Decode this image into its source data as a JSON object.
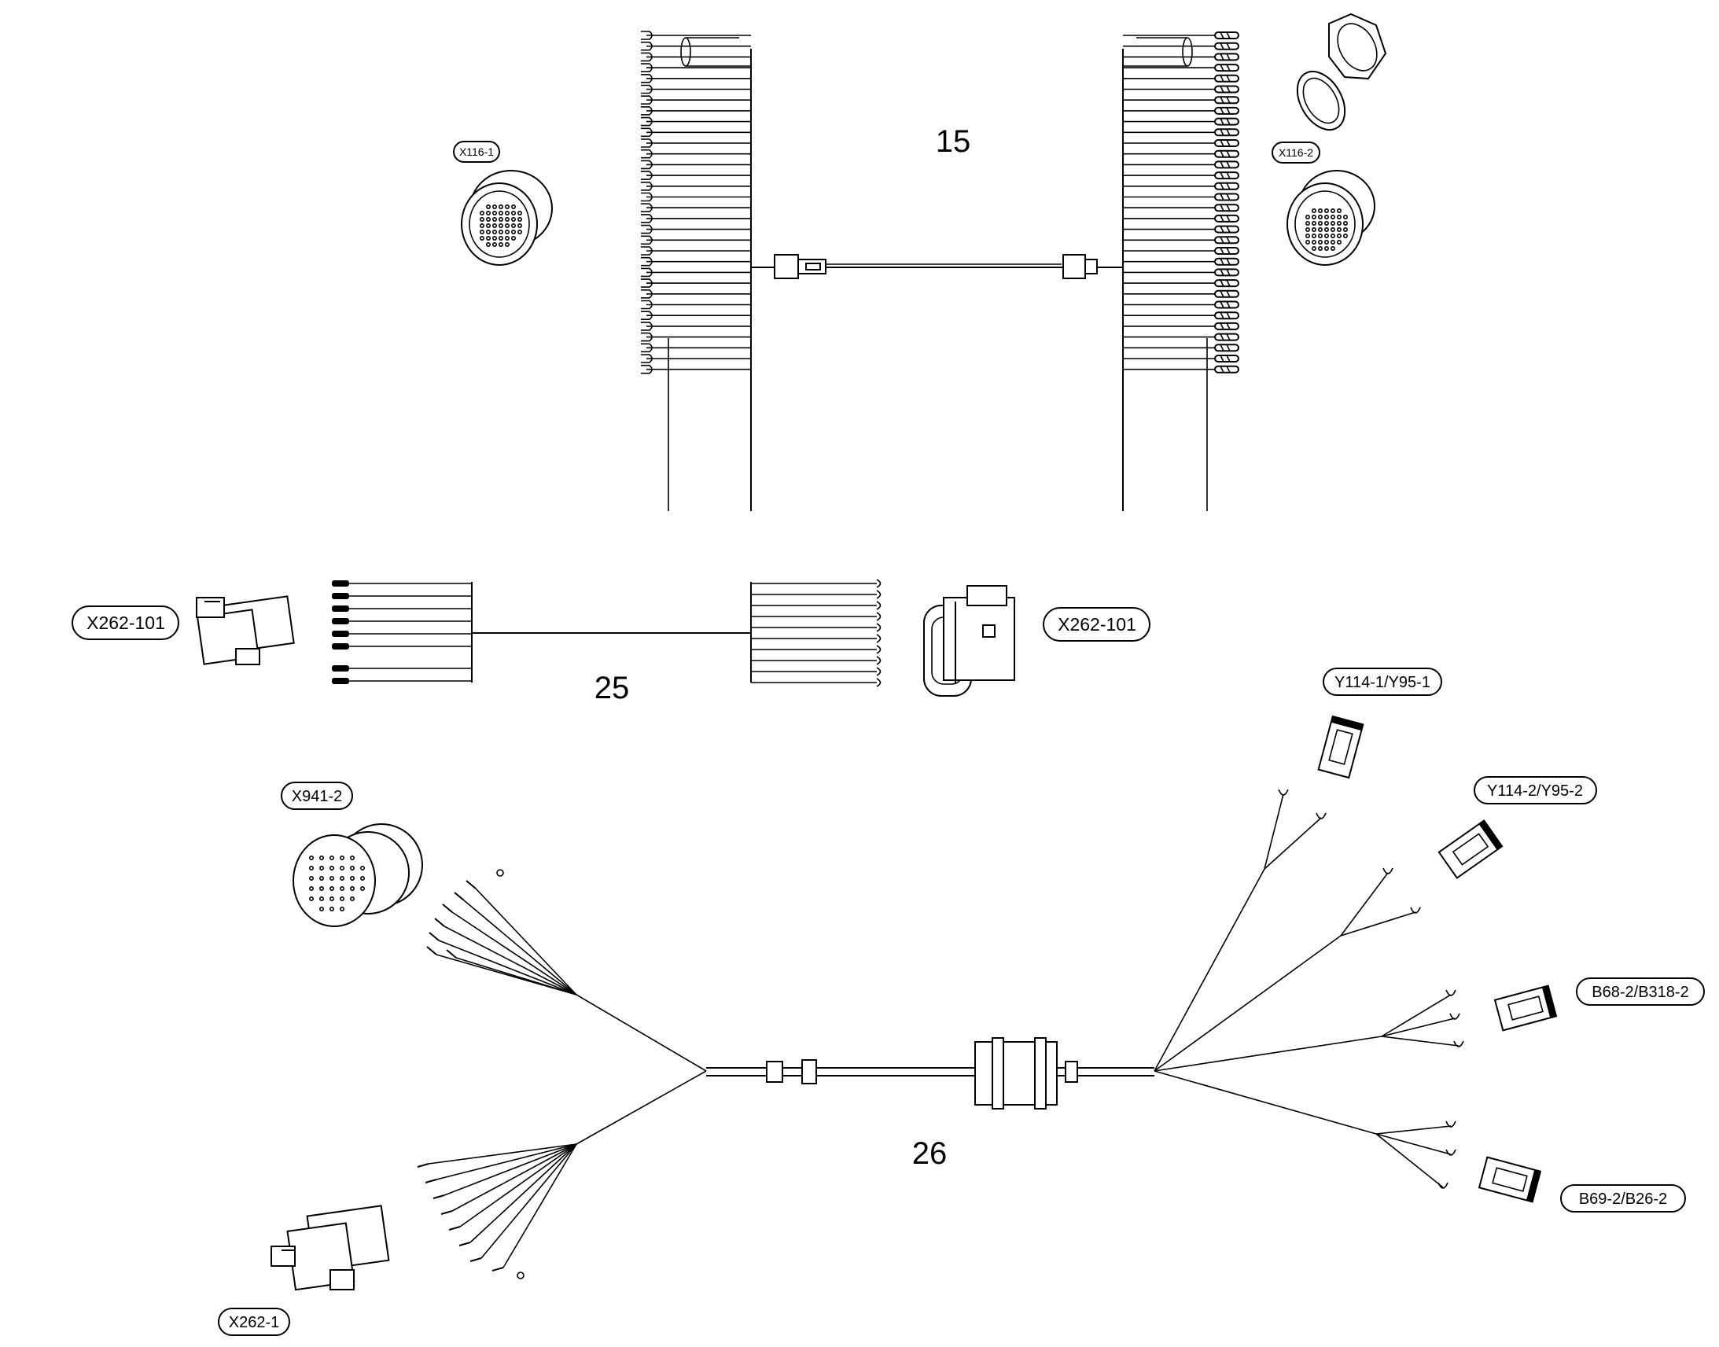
{
  "assemblies": {
    "harness_15": {
      "number": "15",
      "connector_left": "X116-1",
      "connector_right": "X116-2"
    },
    "harness_25": {
      "number": "25",
      "connector_left": "X262-101",
      "connector_right": "X262-101"
    },
    "harness_26": {
      "number": "26",
      "connector_upper_left": "X941-2",
      "connector_lower_left": "X262-1",
      "branch_1": "Y114-1/Y95-1",
      "branch_2": "Y114-2/Y95-2",
      "branch_3": "B68-2/B318-2",
      "branch_4": "B69-2/B26-2"
    }
  },
  "colors": {
    "line": "#000000",
    "background": "#ffffff"
  },
  "icons": [
    "round-connector-icon",
    "rectangular-connector-icon",
    "bulkhead-nut-icon",
    "valve-plug-icon"
  ]
}
